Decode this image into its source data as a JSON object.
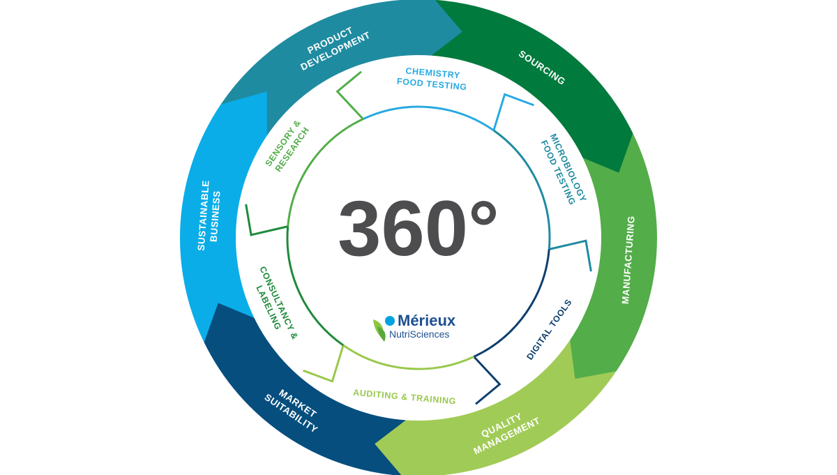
{
  "center": {
    "text": "360°"
  },
  "logo": {
    "name_line1": "Mérieux",
    "name_line2": "NutriSciences",
    "colors": {
      "dot": "#00a3e0",
      "text": "#1d4f91",
      "leaf": "#8cc63f"
    }
  },
  "outer_ring": [
    {
      "lines": [
        "PRODUCT",
        "DEVELOPMENT"
      ],
      "color": "#1f8ba0"
    },
    {
      "lines": [
        "SOURCING"
      ],
      "color": "#007a3d"
    },
    {
      "lines": [
        "MANUFACTURING"
      ],
      "color": "#53ad49"
    },
    {
      "lines": [
        "QUALITY",
        "MANAGEMENT"
      ],
      "color": "#a1cb57"
    },
    {
      "lines": [
        "MARKET",
        "SUITABILITY"
      ],
      "color": "#064e7e"
    },
    {
      "lines": [
        "SUSTAINABLE",
        "BUSINESS"
      ],
      "color": "#0aade8"
    }
  ],
  "inner_ring": [
    {
      "lines": [
        "CHEMISTRY",
        "FOOD TESTING"
      ],
      "color": "#27a9e1"
    },
    {
      "lines": [
        "MICROBIOLOGY",
        "FOOD TESTING"
      ],
      "color": "#1f8ba0"
    },
    {
      "lines": [
        "DIGITAL TOOLS"
      ],
      "color": "#0d3f6e"
    },
    {
      "lines": [
        "AUDITING & TRAINING"
      ],
      "color": "#99c84c"
    },
    {
      "lines": [
        "CONSULTANCY &",
        "LABELING"
      ],
      "color": "#1e8a3a"
    },
    {
      "lines": [
        "SENSORY &",
        "RESEARCH"
      ],
      "color": "#53ad49"
    }
  ]
}
